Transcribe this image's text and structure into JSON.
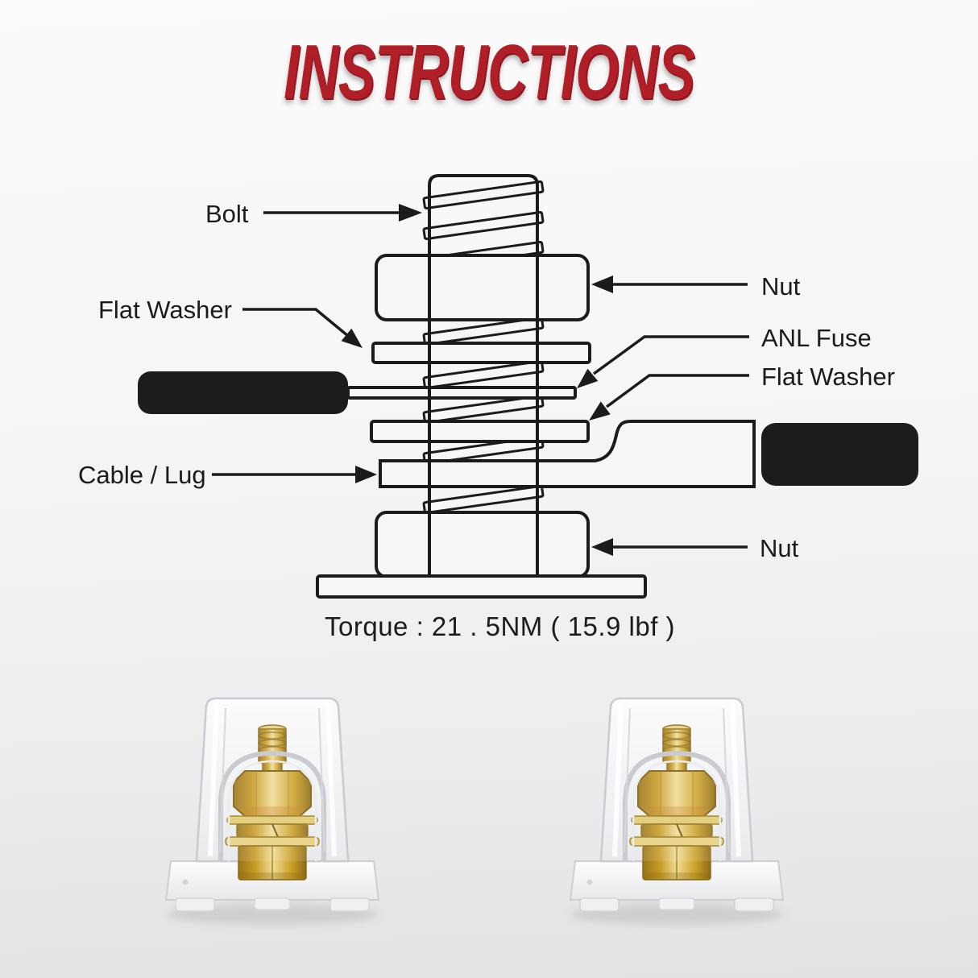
{
  "title": "INSTRUCTIONS",
  "colors": {
    "title_red": "#b01e28",
    "line": "#1b1b1b",
    "cable_black": "#1c1c1c",
    "hardware_gold": "#d4af37",
    "plastic_clear": "#f2f3f5"
  },
  "diagram": {
    "labels": {
      "bolt": "Bolt",
      "nut_top": "Nut",
      "flat_washer_left": "Flat Washer",
      "anl_fuse": "ANL Fuse",
      "flat_washer_right": "Flat Washer",
      "cable_lug": "Cable / Lug",
      "nut_bottom": "Nut"
    },
    "torque_note": "Torque : 21 . 5NM ( 15.9 lbf )"
  }
}
